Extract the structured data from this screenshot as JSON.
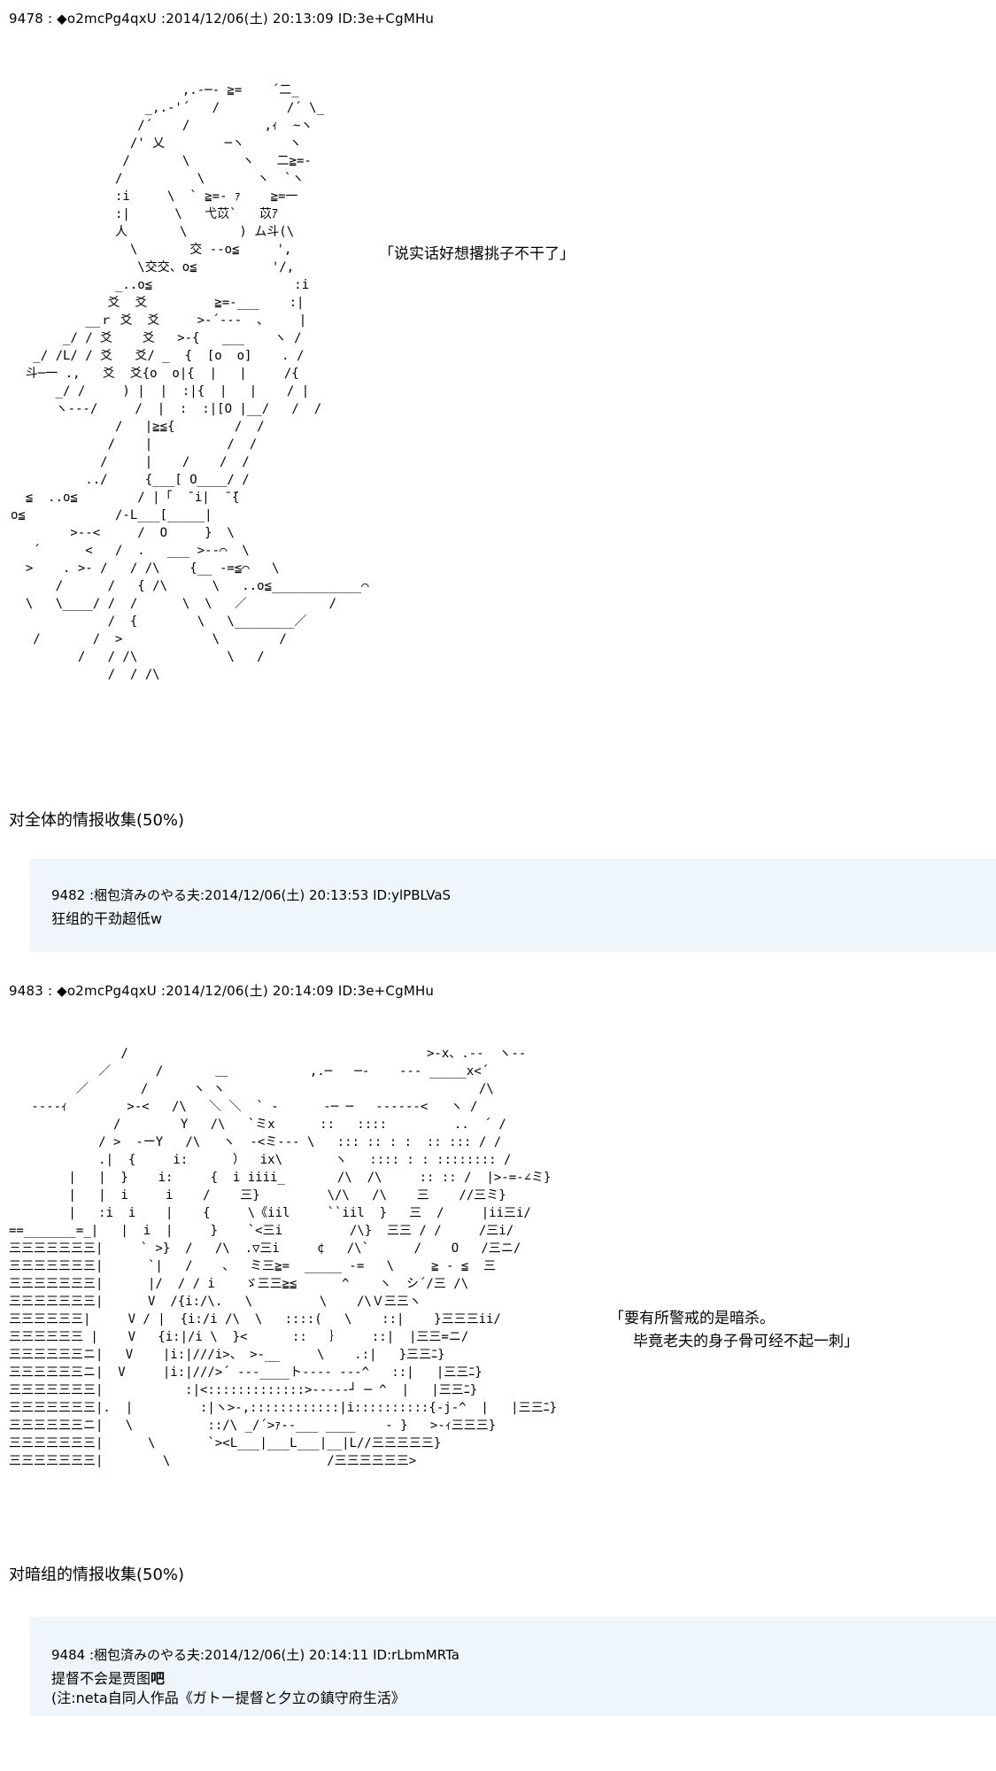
{
  "posts": [
    {
      "header": "9478 : ◆o2mcPg4qxU :2014/12/06(土) 20:13:09 ID:3e+CgMHu",
      "speech": "「说实话好想撂挑子不干了」",
      "caption": "对全体的情报收集(50%)",
      "art": "                       ,.-─‐ ≧=    ´二_\n                  _,.-'´   /         /´ \\_\n                 /´    /          ,ｨ  ~ヽ\n                /' 乂        ─ヽ      ヽ\n               /       \\       ヽ   二≧=-\n              /          \\       ヽ  `ヽ\n              :i     \\  ` ≧=- ｧ    ≧=一\n              :|      \\   弋苡`   苡ｱ\n              人       \\       ) ム斗(\\  \n                \\       交 --o≦     ', \n                 \\交交、o≦          '/,\n              _..o≦                   :i\n             爻  爻         ≧=-___    :|\n          __ｒ 爻  爻     >-´-‐-  、    |\n       _/ / 爻    爻   >-{   ___    ヽ /\n   _/ /L/ / 爻   爻/ _  {  [o  o]    . /\n  斗─一 .,   爻  爻{o  o|{  |   |     /{\n      _/ /     ) |  |  :|{  |   |    / |\n      ヽ---/     /  |  :  :|[O |__/   /  /\n              /   |≧≦{        /  /\n             /    |          /  /\n            /     |    /    /  /\n          ../     {___[ O____/ /\n  ≦  ..o≦        / |「  ̄ i|  ̄ ̄{\no≦            /-L___[_____|\n        >--<     /  O     }  \\\n   ´      <   /  .   ___ >--⌒  \\\n  >    . >- /   / /\\    {__ -=≦⌒   \\\n      /      /   { /\\      \\   ..o≦____________⌒\n  \\   \\____/ /  /      \\  \\   ／           /\n             /  {        \\   \\________／\n   /       /  >            \\        /\n         /   / /\\            \\   /\n             /  / /\\  "
    },
    {
      "header": "9483 : ◆o2mcPg4qxU :2014/12/06(土) 20:14:09 ID:3e+CgMHu",
      "speech": "「要有所警戒的是暗杀。\n     毕竟老夫的身子骨可经不起一刺」",
      "caption": "对暗组的情报收集(50%)",
      "art": "               /                                        >-x、.-‐  ヽ--\n            ／      /       ＿           ,.─   ─-    --- _____x<´\n         ／       /      ヽ ヽ                                  /\\\n   ----ｨ        >-<   /\\   ＼ ＼  ` ‐      ‐─ ─   ‐‐----<   ヽ /\n              /        Y   /\\   `ミx      ::   ::::         ..  ´ /\n            / >  -ーY   /\\   ヽ  -<ミ--- \\   ::: :: : :  :: ::: / /\n            .|  {     i:      ）  ix\\       ヽ   :::: : : :::::::: /\n        |   |  }    i:     {  i iiii_       /\\  /\\     :: :: /  |>-=-∠ミ}\n        |   |  i     i    /    三}         \\/\\   /\\    三    //三ミ}\n        |   :i  i    |    {     \\《iil     ``iil  }   三  /     |ii三i/\n==_______=_|   |  i  |     }    `<三i         /\\}  三三 / /     /三i/\n三三三三三三三|     ` >}  /   /\\  .▽三i     ¢   /\\`      /    O   /三ニ/\n三三三三三三三|      `|   /    、  ミ三≧=  _____ -=   \\     ≧ ‐ ≦  三\n三三三三三三三|      |/  / / i    ゞ三三≧≦      ^    ヽ  シ´/三 /\\\n三三三三三三三|      V  /{i:/\\.   \\         \\    /\\Ｖ三三ヽ\n三三三三三三|     V / |  {i:/i /\\  \\   ::::(   \\    ::|    }三三三ii/\n三三三三三三 |    V   {i:|/i \\  }<      ::   ｝    ::|  |三三=ニ/\n三三三三三三ニ|   V    |i:|///i>、 >-__     \\    .:|   }三三ﾆ}\n三三三三三三ニ|  V     |i:|///>´ ---____ト---- ---^   ::|   |三三ﾆ}\n三三三三三三三|           :|<:::::::::::::>-----┘ ─ ^  |   |三三ﾆ}\n三三三三三三三|.  |         :|ヽ>-,::::::::::::|i::::::::::{-j-^  |   |三三ﾆ}\n三三三三三三ニ|   \\          ::/\\ _/´>ｧ--___ ____    - }   >-ｨ三三三}\n三三三三三三三|      \\       `><L___|___L___|__|L//三三三三三}\n三三三三三三三|        \\                     /三三三三三三>"
    }
  ],
  "replies": [
    {
      "header": "9482 :梱包済みのやる夫:2014/12/06(土) 20:13:53 ID:ylPBLVaS",
      "body": "狂组的干劲超低w"
    },
    {
      "header": "9484 :梱包済みのやる夫:2014/12/06(土) 20:14:11 ID:rLbmMRTa",
      "body_main": "提督不会是贾图",
      "body_bold": "吧",
      "note": "(注:neta自同人作品《ガトー提督と夕立の鎮守府生活》"
    }
  ]
}
